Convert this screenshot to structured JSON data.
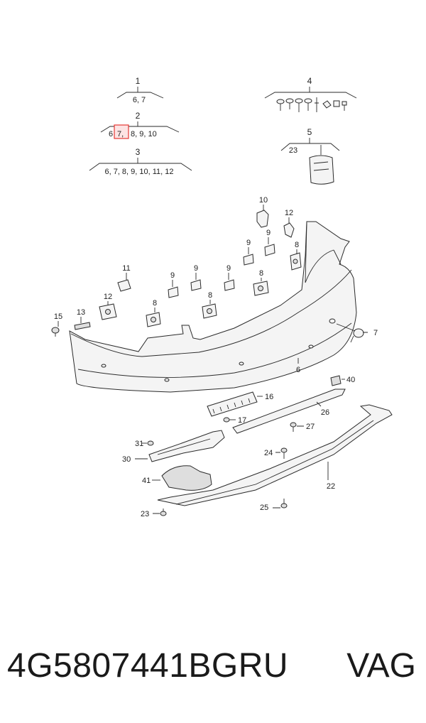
{
  "groups": {
    "g1": {
      "num": "1",
      "items": "6, 7"
    },
    "g2": {
      "num": "2",
      "items_pre": "6",
      "items_hl": "7,",
      "items_post": "8, 9, 10"
    },
    "g3": {
      "num": "3",
      "items": "6, 7, 8, 9, 10, 11, 12"
    },
    "g4": {
      "num": "4"
    },
    "g5": {
      "num": "5",
      "items": "23"
    }
  },
  "labels": {
    "l10": "10",
    "l12a": "12",
    "l9a": "9",
    "l9b": "9",
    "l8a": "8",
    "l11": "11",
    "l9c": "9",
    "l9d": "9",
    "l9e": "9",
    "l8b": "8",
    "l12b": "12",
    "l8c": "8",
    "l8d": "8",
    "l15": "15",
    "l13": "13",
    "l7": "7",
    "l6": "6",
    "l40": "40",
    "l16": "16",
    "l26": "26",
    "l17": "17",
    "l27": "27",
    "l31": "31",
    "l30": "30",
    "l24": "24",
    "l41": "41",
    "l22": "22",
    "l23": "23",
    "l25": "25"
  },
  "footer": {
    "part_number": "4G5807441BGRU",
    "brand": "VAG"
  },
  "colors": {
    "highlight": "#e53935",
    "line": "#2a2a2a"
  }
}
